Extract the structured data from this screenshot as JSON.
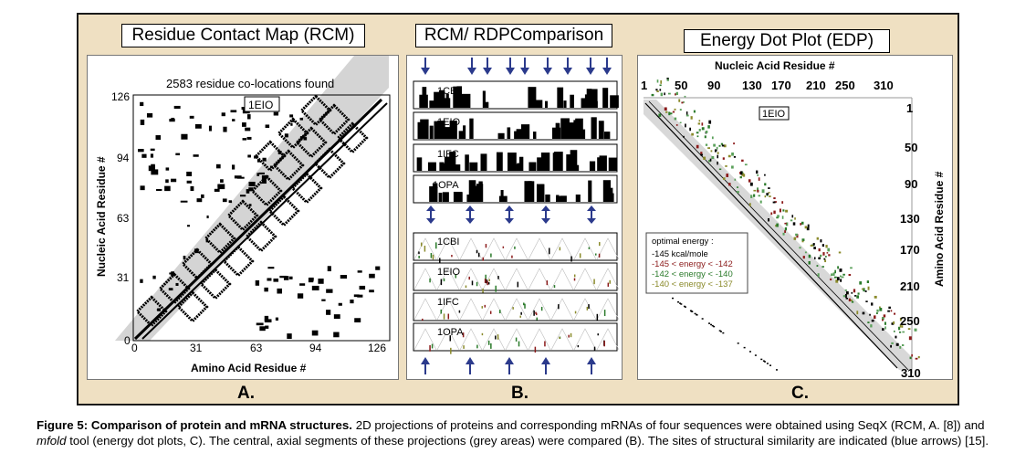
{
  "panel_a": {
    "title": "Residue Contact Map (RCM)",
    "found_text": "2583 residue co-locations found",
    "legend": "1EIO",
    "ylabel": "Nucleic Acid Residue #",
    "xlabel": "Amino Acid Residue #",
    "y_ticks": [
      "126",
      "94",
      "63",
      "31",
      "0"
    ],
    "x_ticks": [
      "0",
      "31",
      "63",
      "94",
      "126"
    ],
    "label": "A."
  },
  "panel_b": {
    "title": "RCM/ RDPComparison",
    "rcm_strips": [
      "1CBI",
      "1EIO",
      "1IFC",
      "1OPA"
    ],
    "edp_strips": [
      "1CBI",
      "1EIO",
      "1IFC",
      "1OPA"
    ],
    "label": "B."
  },
  "panel_c": {
    "title": "Energy Dot Plot (EDP)",
    "xlabel": "Nucleic Acid Residue #",
    "ylabel": "Amino Acid Residue #",
    "x_ticks": [
      "1",
      "50",
      "90",
      "130",
      "170",
      "210",
      "250",
      "310"
    ],
    "y_ticks": [
      "1",
      "50",
      "90",
      "130",
      "170",
      "210",
      "250",
      "310"
    ],
    "tag": "1EIO",
    "legend": {
      "title": "optimal    energy  :",
      "l1": "-145 kcal/mole",
      "l2": "-145 < energy < -142",
      "l3": "-142 < energy < -140",
      "l4": "-140 < energy < -137",
      "colors": [
        "#000000",
        "#8b1a1a",
        "#2a7a2a",
        "#8a8a2a"
      ]
    },
    "label": "C."
  },
  "caption": {
    "bold": "Figure 5: Comparison of protein and mRNA structures.",
    "t1": " 2D projections of proteins and corresponding mRNAs of four sequences were obtained using SeqX (RCM, A. [8]) and ",
    "tool": "mfold",
    "t2": " tool (energy dot plots, C). The central, axial segments of these projections (grey areas) were compared (B). The sites of structural similarity are indicated (blue arrows) [15]."
  },
  "colors": {
    "background": "#efe0c2",
    "arrow": "#2b3a8c",
    "grey_band": "#d4d4d4"
  }
}
